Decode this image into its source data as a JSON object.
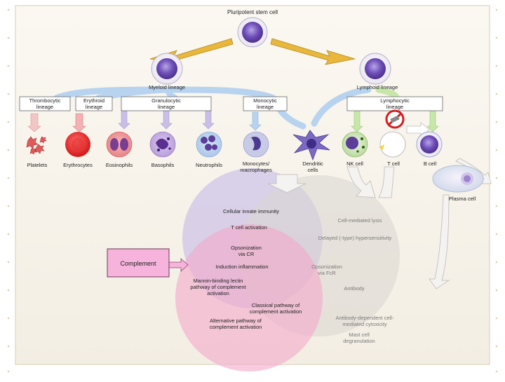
{
  "top": {
    "label": "Pluripotent stem cell"
  },
  "myeloid": {
    "label": "Myeloid lineage"
  },
  "lymphoid": {
    "label": "Lymphoid lineage"
  },
  "lineages": {
    "thrombocytic": [
      "Thrombocytic",
      "lineage"
    ],
    "erythroid": [
      "Erythroid",
      "lineage"
    ],
    "granulocytic": [
      "Granulocytic",
      "lineage"
    ],
    "monocytic": [
      "Monocytic",
      "lineage"
    ],
    "lymphocytic": [
      "Lymphocytic",
      "lineage"
    ]
  },
  "cells": {
    "platelets": [
      "Platelets"
    ],
    "erythrocytes": [
      "Erythrocytes"
    ],
    "eosinophils": [
      "Eosinophils"
    ],
    "basophils": [
      "Basophils"
    ],
    "neutrophils": [
      "Neutrophils"
    ],
    "monocytes": [
      "Monocytes/",
      "macrophages"
    ],
    "dendritic": [
      "Dendritic",
      "cells"
    ],
    "nk": [
      "NK cell"
    ],
    "t": [
      "T cell"
    ],
    "b": [
      "B cell"
    ],
    "plasma": [
      "Plasma cell"
    ]
  },
  "functions": {
    "cellular_innate": [
      "Cellular innate immunity"
    ],
    "t_activation": [
      "T cell activation"
    ],
    "opsonization_cr": [
      "Opsonization",
      "via CR"
    ],
    "induction_inflammation": [
      "Induction inflammation"
    ],
    "mannin_binding": [
      "Mannin-binding lectin",
      "pathway of complement",
      "activation"
    ],
    "classical": [
      "Classical pathway of",
      "complement activation"
    ],
    "alternative": [
      "Alternative pathway of",
      "complement activation"
    ],
    "cell_mediated_lysis": [
      "Cell-mediated lysis"
    ],
    "delayed_hypersensitivity": [
      "Delayed (-type) hypersensitivity"
    ],
    "opsonization_fcr": [
      "Opsonization",
      "via FcR"
    ],
    "antibody": [
      "Antibody"
    ],
    "adcc": [
      "Antibody-dependent cell-",
      "mediated cytoxicity"
    ],
    "mast": [
      "Mast cell",
      "degranulation"
    ]
  },
  "complement": {
    "label": "Complement"
  },
  "colors": {
    "frame": "#c9a96a",
    "arrow_gold": "#e8b73c",
    "arrow_blue": "#b7d3ef",
    "arrow_purple": "#c9bfe6",
    "arrow_green": "#c7e7a8",
    "circle_lavender": "#c9bde8",
    "circle_pink": "#f3a9c9",
    "circle_gray": "#d9d6d0",
    "complement_box": "#f6b3db"
  }
}
